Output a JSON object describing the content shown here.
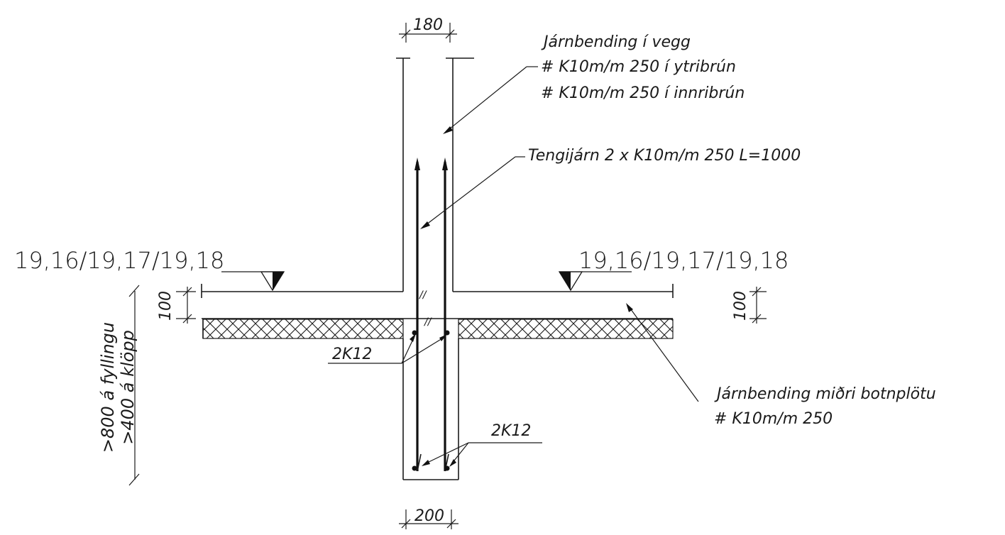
{
  "dimensions": {
    "wall_thickness": "180",
    "footing_width": "200",
    "slab_left": "100",
    "slab_right": "100"
  },
  "levels": {
    "left": "19,16/19,17/19,18",
    "right": "19,16/19,17/19,18"
  },
  "notes": {
    "wall_reinforcement": {
      "title": "Járnbending í vegg",
      "line1": "# K10m/m 250 í ytribrún",
      "line2": "# K10m/m 250 í innribrún"
    },
    "connecting_bars": "Tengijárn 2 x K10m/m 250 L=1000",
    "slab_reinforcement": {
      "title": "Járnbending miðri botnplötu",
      "line1": "# K10m/m 250"
    },
    "bars_upper": "2K12",
    "bars_lower": "2K12"
  },
  "depth_labels": {
    "fill": ">800 á fyllingu",
    "rock": ">400 á klöpp"
  },
  "marks": {
    "slab_mark_top": "//",
    "slab_mark_bottom": "//"
  }
}
